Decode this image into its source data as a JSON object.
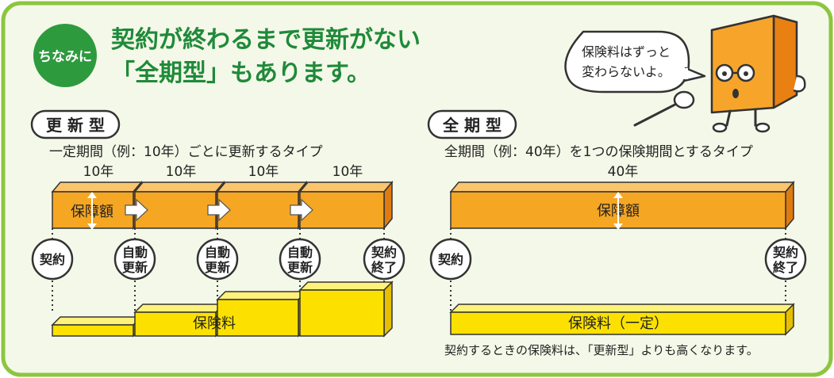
{
  "badge": {
    "text": "ちなみに"
  },
  "headline": {
    "line1": "契約が終わるまで更新がない",
    "line2": "「全期型」もあります。"
  },
  "speech": {
    "line1": "保険料はずっと",
    "line2": "変わらないよ。"
  },
  "renewal": {
    "title": "更 新 型",
    "desc": "一定期間（例：10年）ごとに更新するタイプ",
    "period_labels": [
      "10年",
      "10年",
      "10年",
      "10年"
    ],
    "coverage_label": "保障額",
    "markers": [
      {
        "line1": "契約",
        "line2": ""
      },
      {
        "line1": "自動",
        "line2": "更新"
      },
      {
        "line1": "自動",
        "line2": "更新"
      },
      {
        "line1": "自動",
        "line2": "更新"
      },
      {
        "line1": "契約",
        "line2": "終了"
      }
    ],
    "premium_label": "保険料"
  },
  "whole": {
    "title": "全 期 型",
    "desc": "全期間（例：40年）を1つの保険期間とするタイプ",
    "period_label": "40年",
    "coverage_label": "保障額",
    "markers": [
      {
        "line1": "契約",
        "line2": ""
      },
      {
        "line1": "契約",
        "line2": "終了"
      }
    ],
    "premium_label": "保険料（一定）",
    "note": "契約するときの保険料は、「更新型」よりも高くなります。"
  },
  "colors": {
    "frame_border": "#8cc63f",
    "frame_fill": "#f4f8e8",
    "badge": "#2e9a3e",
    "headline": "#1f8a3a",
    "orange": "#f5a623",
    "orange_side": "#e07b10",
    "orange_top": "#fbc56e",
    "yellow": "#fce100",
    "yellow_side": "#e6c000",
    "yellow_top": "#fff27a",
    "cube_front": "#f7a52a",
    "cube_top": "#fcc66a",
    "cube_side": "#e88012"
  }
}
